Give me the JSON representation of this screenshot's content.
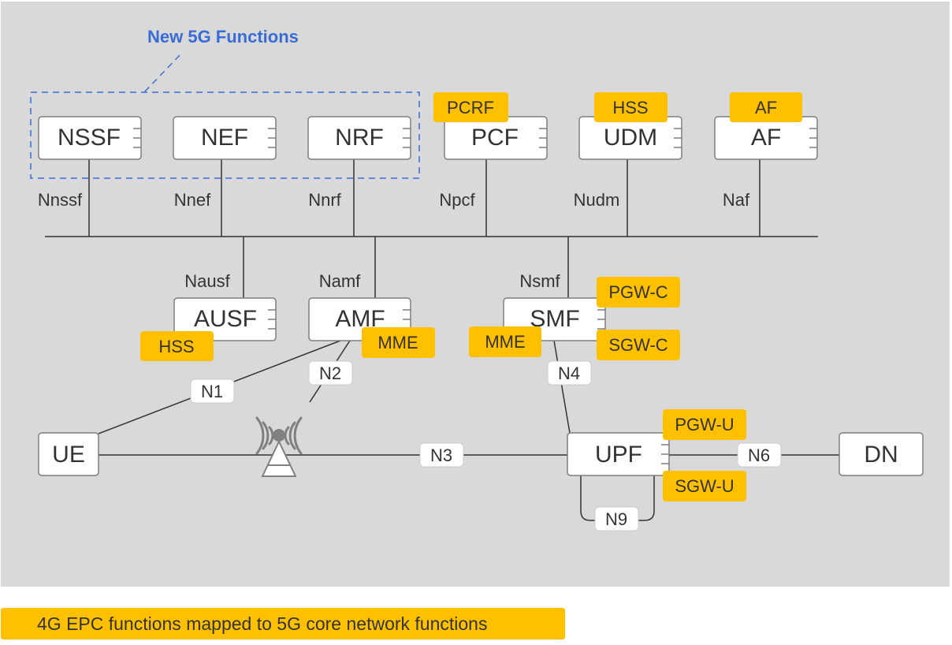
{
  "title": "New 5G Functions",
  "legend": "4G EPC functions mapped to 5G core network functions",
  "colors": {
    "background": "#d9d9d9",
    "epc_tag": "#ffc000",
    "title": "#3a6cd6",
    "line": "#333333"
  },
  "functions": {
    "nssf": "NSSF",
    "nef": "NEF",
    "nrf": "NRF",
    "pcf": "PCF",
    "udm": "UDM",
    "af": "AF",
    "ausf": "AUSF",
    "amf": "AMF",
    "smf": "SMF",
    "ue": "UE",
    "upf": "UPF",
    "dn": "DN"
  },
  "service_interfaces": {
    "nnssf": "Nnssf",
    "nnef": "Nnef",
    "nnrf": "Nnrf",
    "npcf": "Npcf",
    "nudm": "Nudm",
    "naf": "Naf",
    "nausf": "Nausf",
    "namf": "Namf",
    "nsmf": "Nsmf"
  },
  "reference_points": {
    "n1": "N1",
    "n2": "N2",
    "n3": "N3",
    "n4": "N4",
    "n6": "N6",
    "n9": "N9"
  },
  "epc_tags": {
    "pcrf": "PCRF",
    "hss_udm": "HSS",
    "af": "AF",
    "hss_ausf": "HSS",
    "mme_amf": "MME",
    "mme_smf": "MME",
    "pgw_c": "PGW-C",
    "sgw_c": "SGW-C",
    "pgw_u": "PGW-U",
    "sgw_u": "SGW-U"
  },
  "icons": {
    "ran": "antenna-tower-icon"
  }
}
